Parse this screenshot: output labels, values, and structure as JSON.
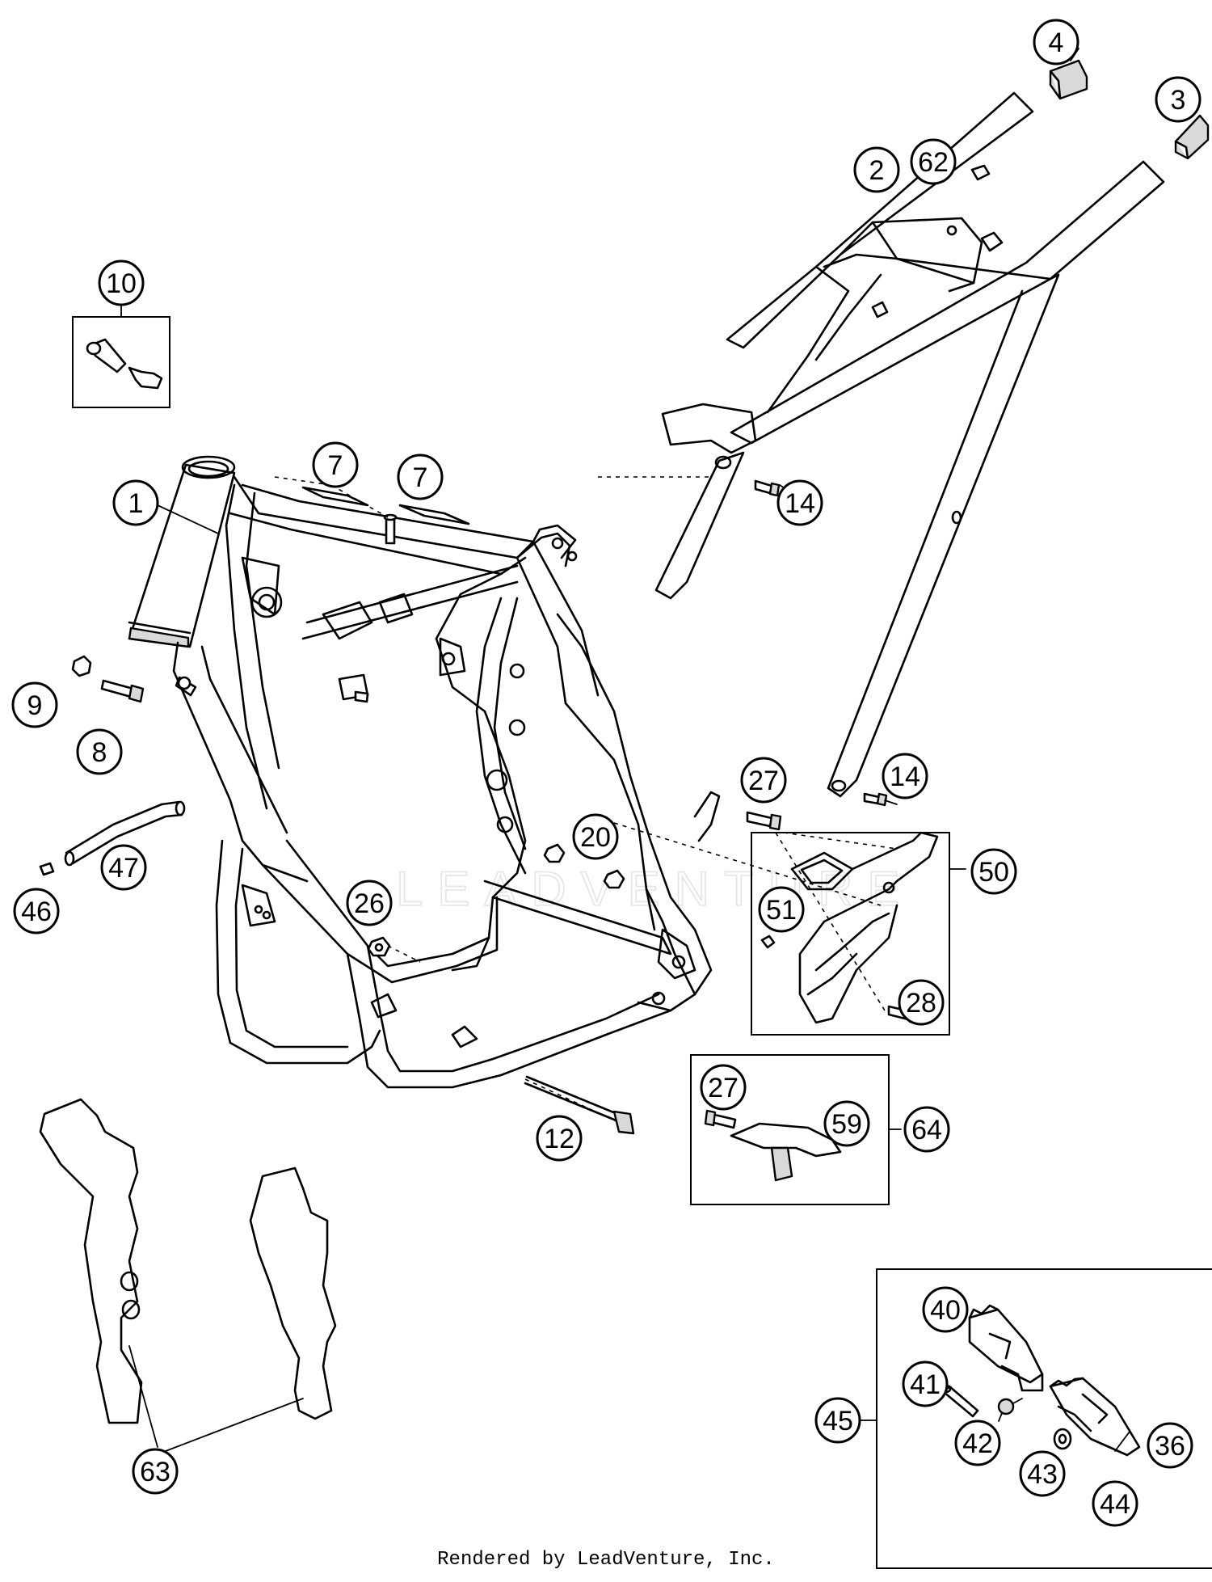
{
  "callouts": [
    {
      "label": "1"
    },
    {
      "label": "2"
    },
    {
      "label": "3"
    },
    {
      "label": "4"
    },
    {
      "label": "7"
    },
    {
      "label": "7"
    },
    {
      "label": "8"
    },
    {
      "label": "9"
    },
    {
      "label": "10"
    },
    {
      "label": "12"
    },
    {
      "label": "14"
    },
    {
      "label": "14"
    },
    {
      "label": "20"
    },
    {
      "label": "26"
    },
    {
      "label": "27"
    },
    {
      "label": "27"
    },
    {
      "label": "28"
    },
    {
      "label": "36"
    },
    {
      "label": "40"
    },
    {
      "label": "41"
    },
    {
      "label": "42"
    },
    {
      "label": "43"
    },
    {
      "label": "44"
    },
    {
      "label": "45"
    },
    {
      "label": "46"
    },
    {
      "label": "47"
    },
    {
      "label": "50"
    },
    {
      "label": "51"
    },
    {
      "label": "59"
    },
    {
      "label": "62"
    },
    {
      "label": "63"
    },
    {
      "label": "64"
    }
  ],
  "watermark": "LEADVENTURE",
  "footer": "Rendered by LeadVenture, Inc."
}
